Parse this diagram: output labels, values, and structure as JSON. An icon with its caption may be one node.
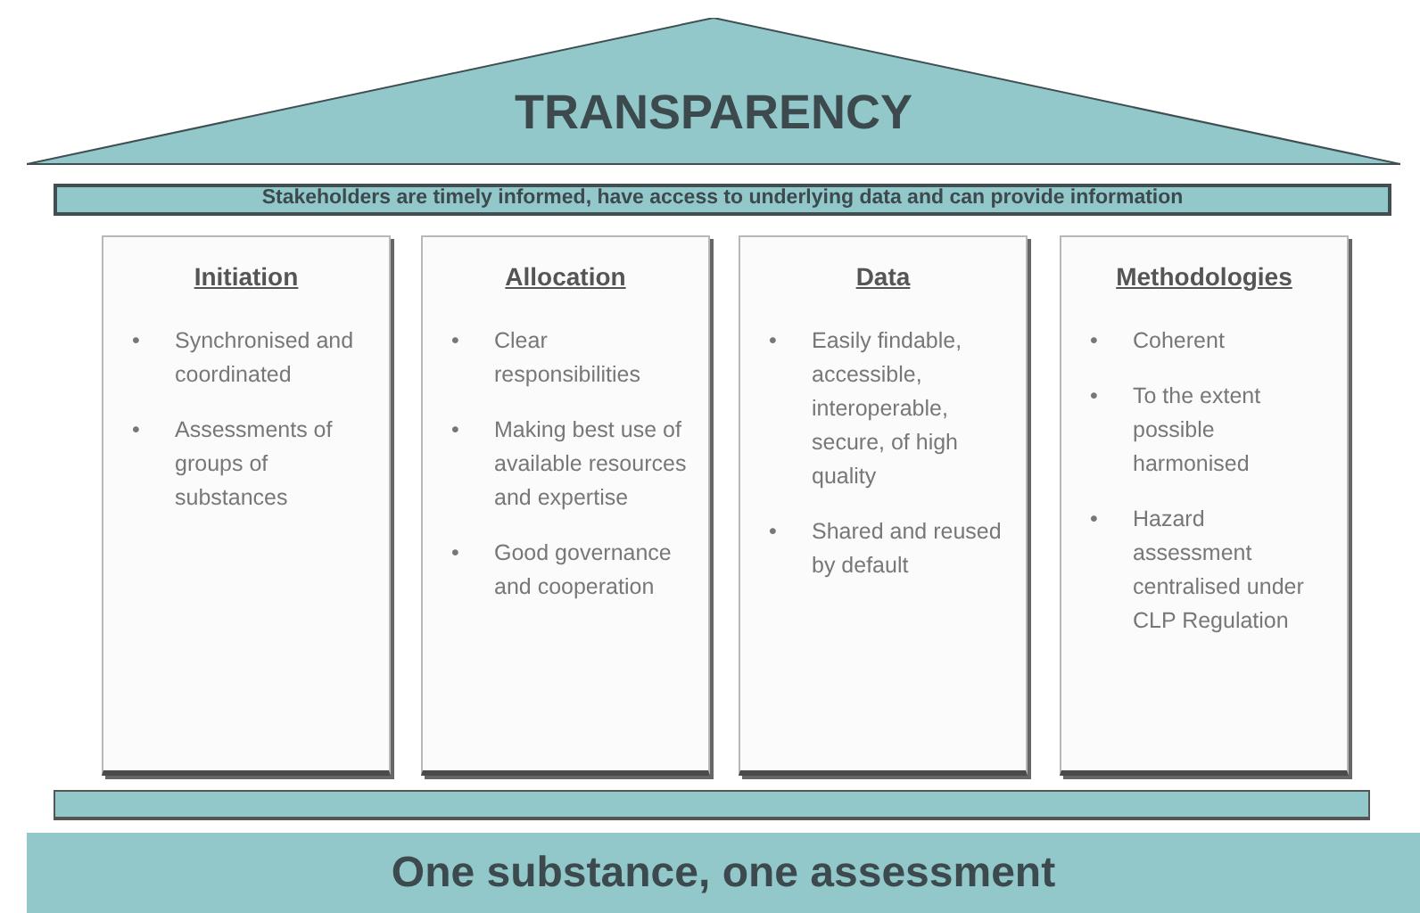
{
  "diagram": {
    "nodes": [
      {
        "text": [
          "TRANSPARENCY"
        ]
      },
      {
        "text": [
          "Stakeholders are timely informed, have access to underlying data and can provide information"
        ]
      },
      {
        "text": [
          "Initiation",
          "Synchronised and coordinated",
          "Assessments of groups of substances"
        ]
      },
      {
        "text": [
          "Allocation",
          "Clear responsibilities",
          "Making best use of available resources and expertise",
          "Good governance and cooperation"
        ]
      },
      {
        "text": [
          "Data",
          "Easily findable, accessible, interoperable, secure, of high quality",
          "Shared and reused by default"
        ]
      },
      {
        "text": [
          "Methodologies",
          "Coherent",
          "To the extent possible harmonised",
          "Hazard assessment centralised under CLP Regulation"
        ]
      },
      {
        "text": [],
        "shape": "bar"
      },
      {
        "text": [
          "One substance, one assessment"
        ]
      }
    ],
    "labels": [
      "•",
      "•",
      "•",
      "•",
      "•",
      "•",
      "•",
      "•",
      "•",
      "•"
    ]
  }
}
